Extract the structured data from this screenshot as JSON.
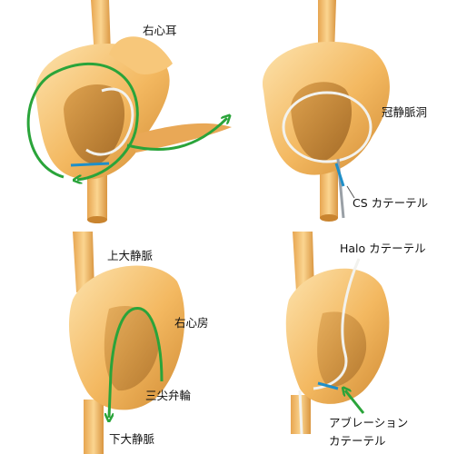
{
  "labels": {
    "right_atrial_appendage": "右心耳",
    "coronary_sinus": "冠静脈洞",
    "cs_catheter": "CS カテーテル",
    "superior_vena_cava": "上大静脈",
    "right_atrium": "右心房",
    "tricuspid_valve": "三尖弁輪",
    "inferior_vena_cava": "下大静脈",
    "halo_catheter": "Halo カテーテル",
    "ablation_catheter_line1": "アブレーション",
    "ablation_catheter_line2": "カテーテル"
  },
  "colors": {
    "heart_fill": "#f3b860",
    "heart_light": "#fbe1a8",
    "heart_shadow": "#c9842f",
    "arrow_green": "#2aa43a",
    "catheter_white": "#f2f2ee",
    "catheter_tip_blue": "#1f8fc8",
    "catheter_grey": "#9aa0a6"
  },
  "icons": [
    "green-curved-arrow",
    "catheter-loop"
  ]
}
